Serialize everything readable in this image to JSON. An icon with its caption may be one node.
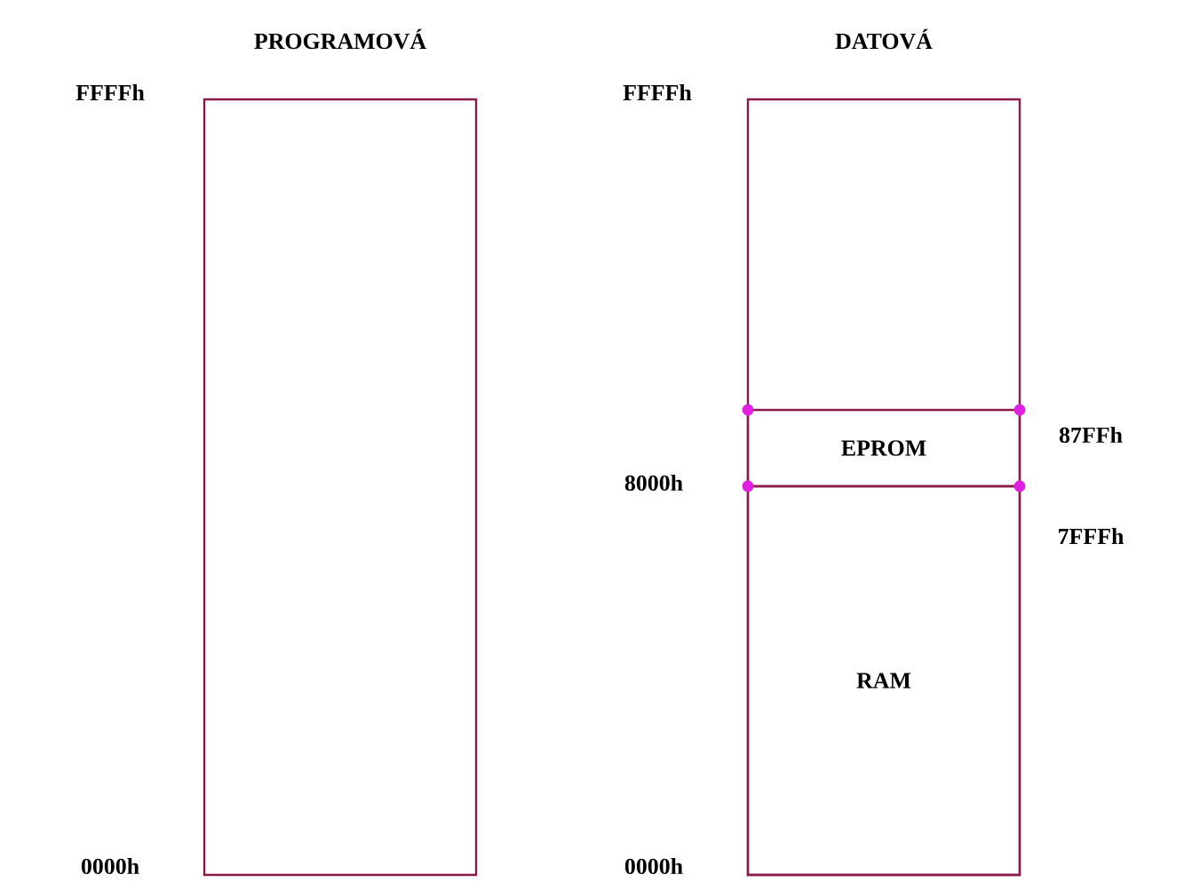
{
  "diagram": {
    "nodes": [
      {
        "text": [
          "PROGRAMOVÁ"
        ]
      },
      {
        "text": [
          "DATOVÁ"
        ]
      },
      {
        "text": [
          "EPROM"
        ],
        "in": 1
      },
      {
        "text": [
          "RAM"
        ],
        "in": 1
      }
    ],
    "labels": [
      "FFFFh",
      "FFFFh",
      "87FFh",
      "8000h",
      "7FFFh",
      "0000h",
      "0000h"
    ]
  }
}
